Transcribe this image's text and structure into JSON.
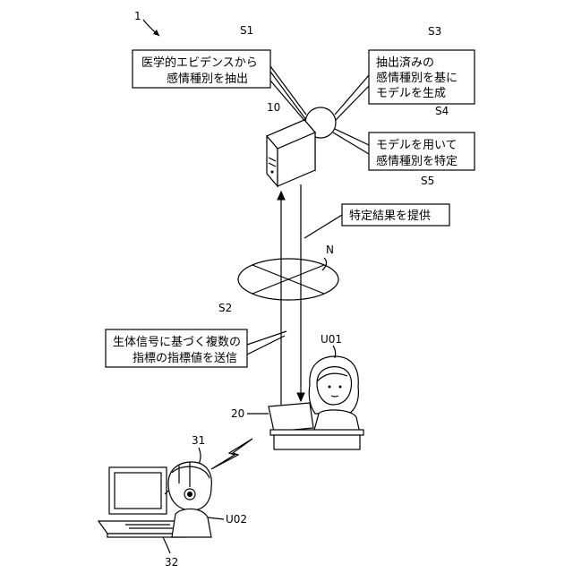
{
  "labels": {
    "system": "1",
    "server": "10",
    "terminal": "20",
    "sensor": "31",
    "wearer_terminal": "32",
    "network": "N",
    "user_u01": "U01",
    "user_u02": "U02"
  },
  "steps": [
    {
      "id": "S1",
      "lines": [
        "医学的エビデンスから",
        "感情種別を抽出"
      ]
    },
    {
      "id": "S2",
      "lines": [
        "生体信号に基づく複数の",
        "指標の指標値を送信"
      ]
    },
    {
      "id": "S3",
      "lines": [
        "抽出済みの",
        "感情種別を基に",
        "モデルを生成"
      ]
    },
    {
      "id": "S4",
      "lines": [
        "モデルを用いて",
        "感情種別を特定"
      ]
    },
    {
      "id": "S5",
      "lines": [
        "特定結果を提供"
      ]
    }
  ]
}
